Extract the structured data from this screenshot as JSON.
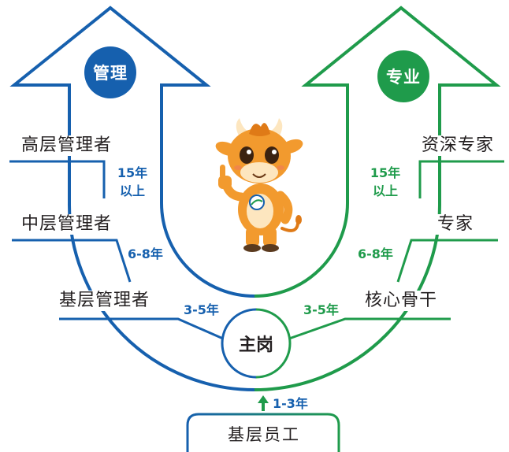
{
  "colors": {
    "management": "#1660ae",
    "professional": "#1f9b4b",
    "text": "#231f20",
    "mascot": "#f29a2e"
  },
  "management": {
    "title": "管理",
    "senior": "高层管理者",
    "middle": "中层管理者",
    "junior": "基层管理者",
    "years_to_senior": [
      "15年",
      "以上"
    ],
    "years_to_middle": "6-8年",
    "years_to_junior": "3-5年"
  },
  "professional": {
    "title": "专业",
    "senior": "资深专家",
    "middle": "专家",
    "junior": "核心骨干",
    "years_to_senior": [
      "15年",
      "以上"
    ],
    "years_to_middle": "6-8年",
    "years_to_junior": "3-5年"
  },
  "hub": {
    "label": "主岗"
  },
  "entry": {
    "label": "基层员工",
    "years_to_hub": "1-3年"
  },
  "icons": {
    "mascot": "cow-mascot-icon",
    "entry_arrow": "arrow-up-icon"
  }
}
